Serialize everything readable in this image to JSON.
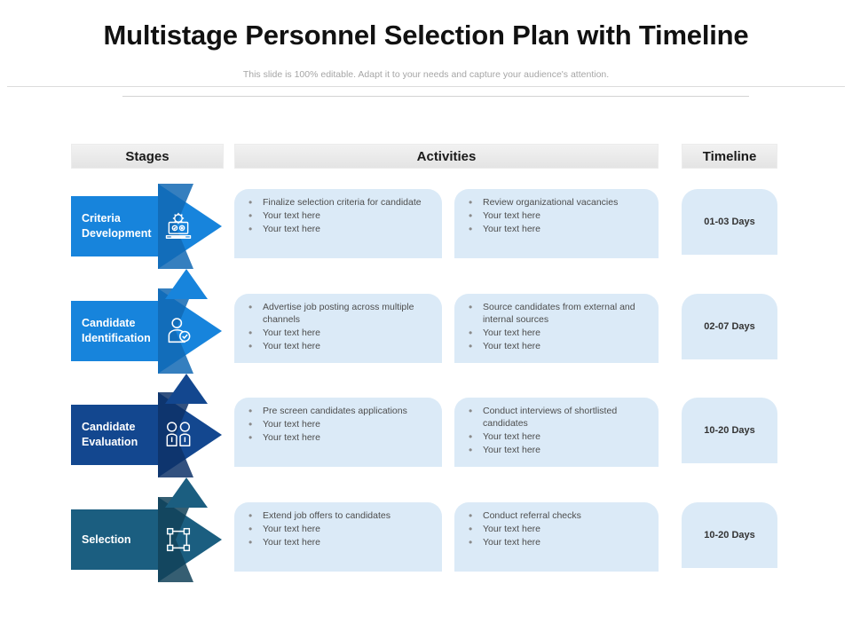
{
  "header": {
    "title": "Multistage Personnel Selection Plan with Timeline",
    "subtitle": "This slide is 100% editable. Adapt it to your needs and capture your audience's attention."
  },
  "columns": {
    "stages": "Stages",
    "activities": "Activities",
    "timeline": "Timeline"
  },
  "colors": {
    "stage_1": "#1784dc",
    "stage_2": "#1784dc",
    "stage_3": "#13478f",
    "stage_4": "#1b5e80",
    "card_bg": "#dbeaf7",
    "header_bg": "#eaeaea"
  },
  "rows": [
    {
      "stage": "Criteria Development",
      "icon": "laptop-gear-icon",
      "color": "#1784dc",
      "color_dark": "#1268b4",
      "activities_a": [
        "Finalize selection criteria for candidate",
        "Your text here",
        "Your text here"
      ],
      "activities_b": [
        "Review organizational vacancies",
        "Your text here",
        "Your text here"
      ],
      "timeline": "01-03 Days"
    },
    {
      "stage": "Candidate Identification",
      "icon": "person-check-icon",
      "color": "#1784dc",
      "color_dark": "#1268b4",
      "activities_a": [
        "Advertise job posting across multiple channels",
        "Your text here",
        "Your text here"
      ],
      "activities_b": [
        "Source candidates from external and internal sources",
        "Your text here",
        "Your text here"
      ],
      "timeline": "02-07 Days"
    },
    {
      "stage": "Candidate Evaluation",
      "icon": "two-people-icon",
      "color": "#13478f",
      "color_dark": "#0e3369",
      "activities_a": [
        "Pre screen candidates applications",
        "Your text here",
        "Your text here"
      ],
      "activities_b": [
        "Conduct interviews of shortlisted candidates",
        "Your text here",
        "Your text here"
      ],
      "timeline": "10-20 Days"
    },
    {
      "stage": "Selection",
      "icon": "selection-frame-icon",
      "color": "#1b5e80",
      "color_dark": "#124259",
      "activities_a": [
        "Extend job offers to candidates",
        "Your text here",
        "Your text here"
      ],
      "activities_b": [
        "Conduct referral checks",
        "Your text here",
        "Your text here"
      ],
      "timeline": "10-20 Days"
    }
  ]
}
